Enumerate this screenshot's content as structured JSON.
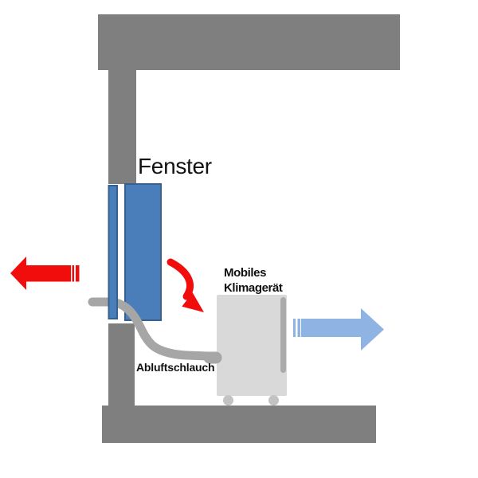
{
  "diagram": {
    "title_hint": "Mobile air conditioner venting through a window (room cross-section)",
    "labels": {
      "window": "Fenster",
      "ac_unit_line1": "Mobiles",
      "ac_unit_line2": "Klimagerät",
      "hose": "Abluftschlauch"
    },
    "icons": {
      "warm_air_out": "striped-arrow-left-red",
      "exhaust_flow_to_window": "curved-arrow-red",
      "cool_air_out": "striped-arrow-right-blue",
      "hose": "curved-gray-tube",
      "wheels": "two-gray-circles"
    },
    "colors": {
      "wall": "#7f7f7f",
      "window_fill": "#4a7ebb",
      "window_border": "#36618f",
      "hose": "#a6a6a6",
      "ac_body": "#d9d9d9",
      "ac_side": "#ababab",
      "wheel": "#c3c3c3",
      "arrow_out": "#f20d0d",
      "arrow_in": "#8fb3e2",
      "text": "#111111"
    }
  }
}
